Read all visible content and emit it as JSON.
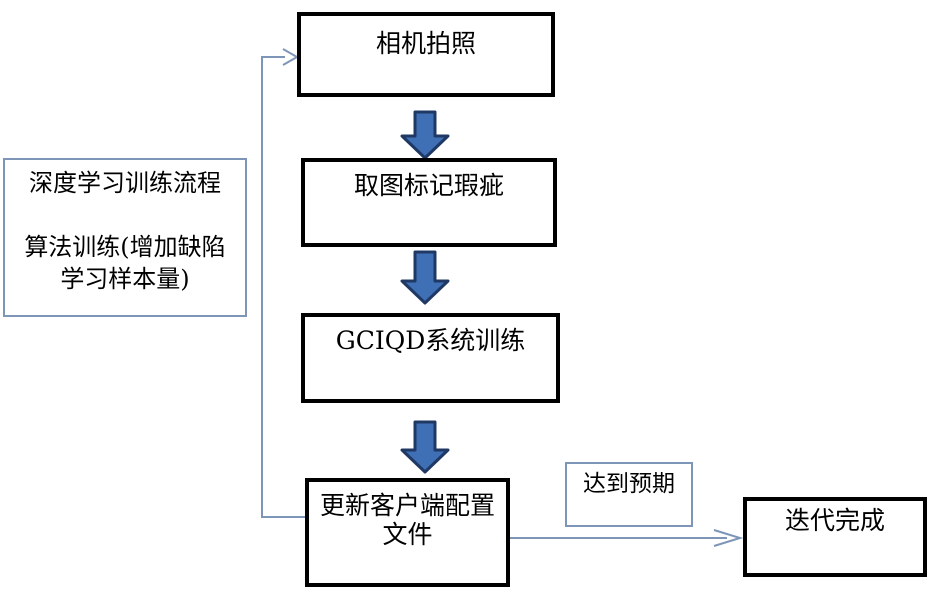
{
  "diagram": {
    "type": "flowchart",
    "nodes": {
      "camera": {
        "label": "相机拍照"
      },
      "mark": {
        "label": "取图标记瑕疵"
      },
      "train": {
        "label": "GCIQD系统训练"
      },
      "update": {
        "label": "更新客户端配置文件"
      },
      "condition": {
        "label": "达到预期"
      },
      "done": {
        "label": "迭代完成"
      },
      "side_note": {
        "lines": [
          "深度学习训练流程",
          "算法训练(增加缺陷",
          "学习样本量)"
        ]
      }
    },
    "edges": [
      {
        "from": "camera",
        "to": "mark",
        "style": "block-arrow-down"
      },
      {
        "from": "mark",
        "to": "train",
        "style": "block-arrow-down"
      },
      {
        "from": "train",
        "to": "update",
        "style": "block-arrow-down"
      },
      {
        "from": "update",
        "to": "camera",
        "style": "feedback-line-left-up"
      },
      {
        "from": "update",
        "to": "done",
        "style": "arrow-right",
        "label": "达到预期"
      }
    ],
    "colors": {
      "box_border": "#000000",
      "thin_border": "#7d96b8",
      "connector": "#7d96b8",
      "arrow_fill": "#3f70b6",
      "arrow_stroke": "#1f3864",
      "text": "#000000",
      "background": "#ffffff"
    }
  }
}
